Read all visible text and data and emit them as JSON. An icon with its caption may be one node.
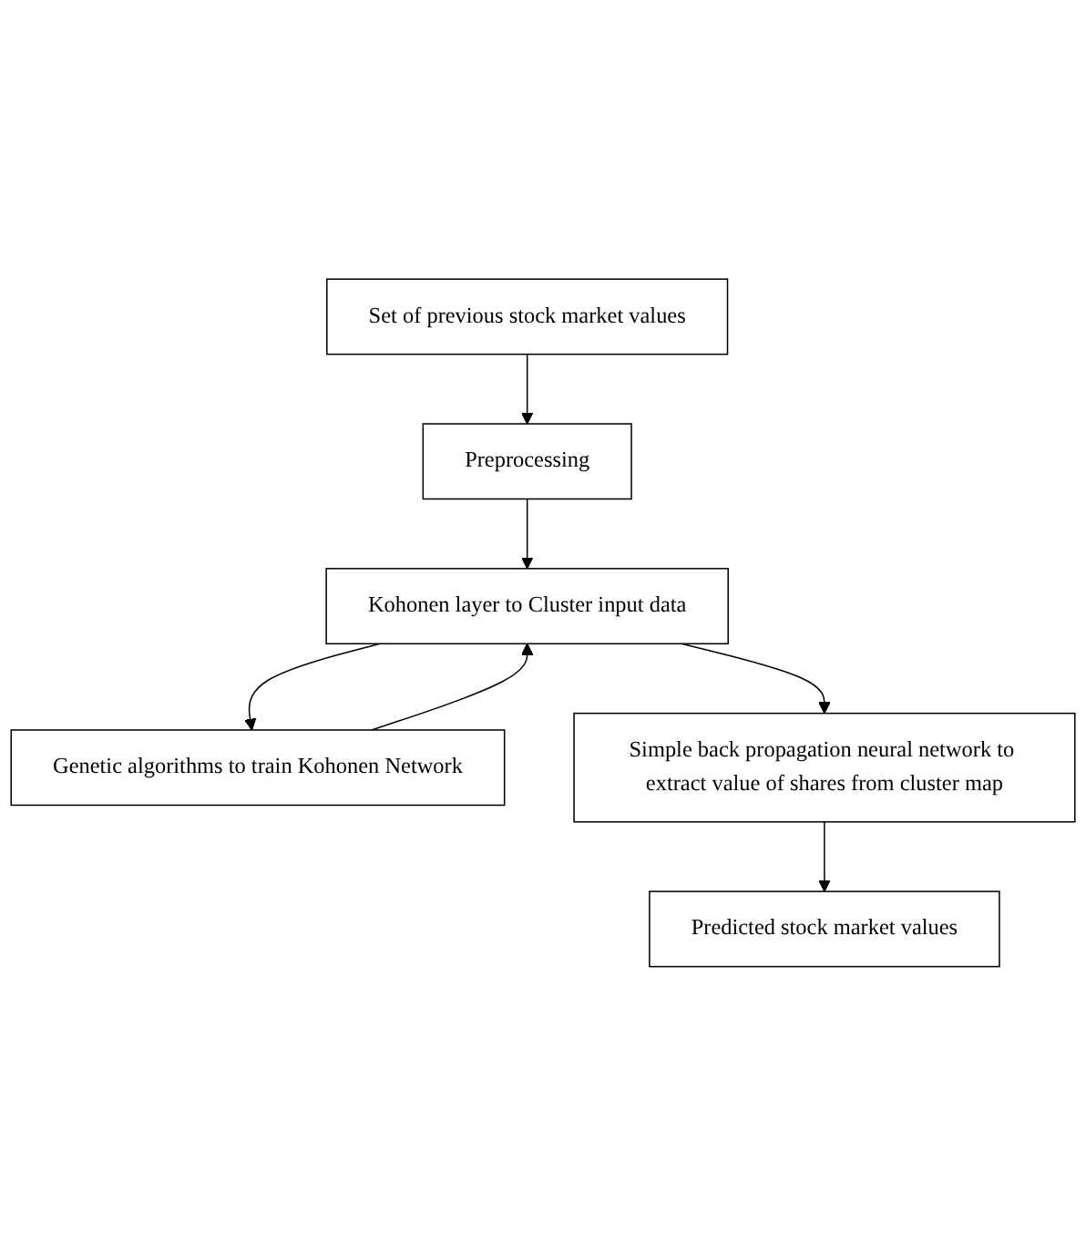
{
  "diagram": {
    "nodes": [
      {
        "text": [
          "Set of previous stock market values"
        ]
      },
      {
        "text": [
          "Preprocessing"
        ]
      },
      {
        "text": [
          "Kohonen layer to Cluster input data"
        ]
      },
      {
        "text": [
          "Genetic algorithms to train Kohonen Network"
        ]
      },
      {
        "text": [
          "Simple back propagation neural network to extract value of shares from cluster map"
        ]
      },
      {
        "text": [
          "Predicted stock market values"
        ]
      }
    ],
    "edges": [
      {
        "from": 0,
        "to": 1,
        "arrow": "to"
      },
      {
        "from": 1,
        "to": 2,
        "arrow": "to"
      },
      {
        "from": 2,
        "to": 3,
        "arrow": "to"
      },
      {
        "from": 3,
        "to": 2,
        "arrow": "to"
      },
      {
        "from": 2,
        "to": 4,
        "arrow": "to"
      },
      {
        "from": 4,
        "to": 5,
        "arrow": "to"
      }
    ]
  }
}
